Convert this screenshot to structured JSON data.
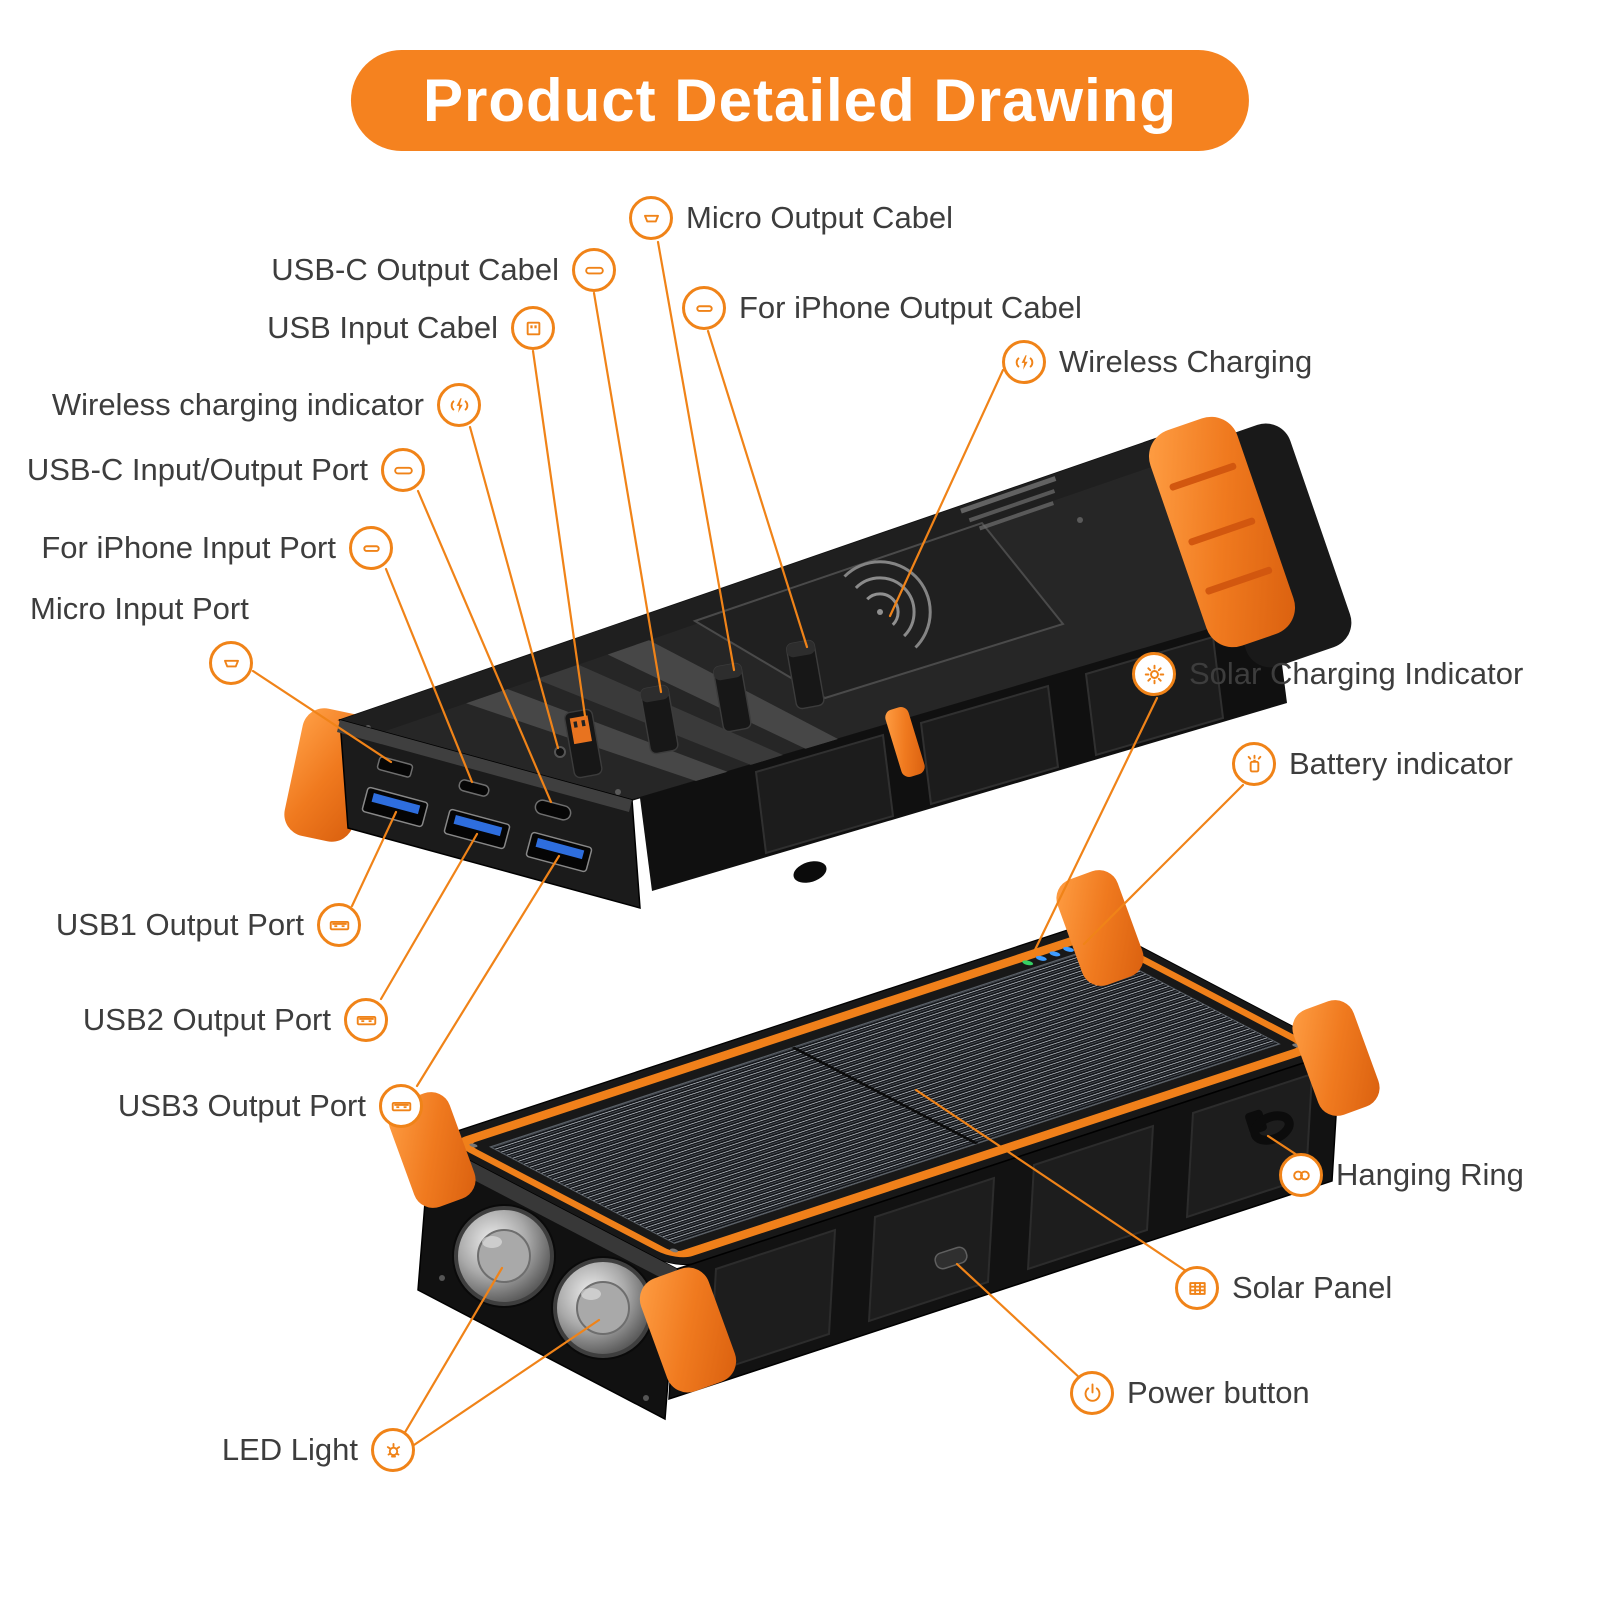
{
  "title": "Product Detailed Drawing",
  "colors": {
    "accent_orange": "#F5821F",
    "line_orange": "#F08318",
    "usb_port_blue": "#2E6EDE",
    "device_dark": "#1b1b1b"
  },
  "labels": {
    "micro_output_cabel": "Micro Output Cabel",
    "usb_c_output_cabel": "USB-C Output Cabel",
    "usb_input_cabel": "USB Input Cabel",
    "wireless_charging_indicator": "Wireless charging indicator",
    "usb_c_io_port": "USB-C Input/Output Port",
    "iphone_input_port": "For iPhone Input Port",
    "micro_input_port": "Micro Input Port",
    "iphone_output_cabel": "For iPhone Output Cabel",
    "wireless_charging": "Wireless Charging",
    "solar_charging_indicator": "Solar Charging Indicator",
    "battery_indicator": "Battery indicator",
    "usb1_output_port": "USB1 Output Port",
    "usb2_output_port": "USB2 Output Port",
    "usb3_output_port": "USB3 Output Port",
    "hanging_ring": "Hanging Ring",
    "solar_panel": "Solar Panel",
    "power_button": "Power button",
    "led_light": "LED Light"
  }
}
